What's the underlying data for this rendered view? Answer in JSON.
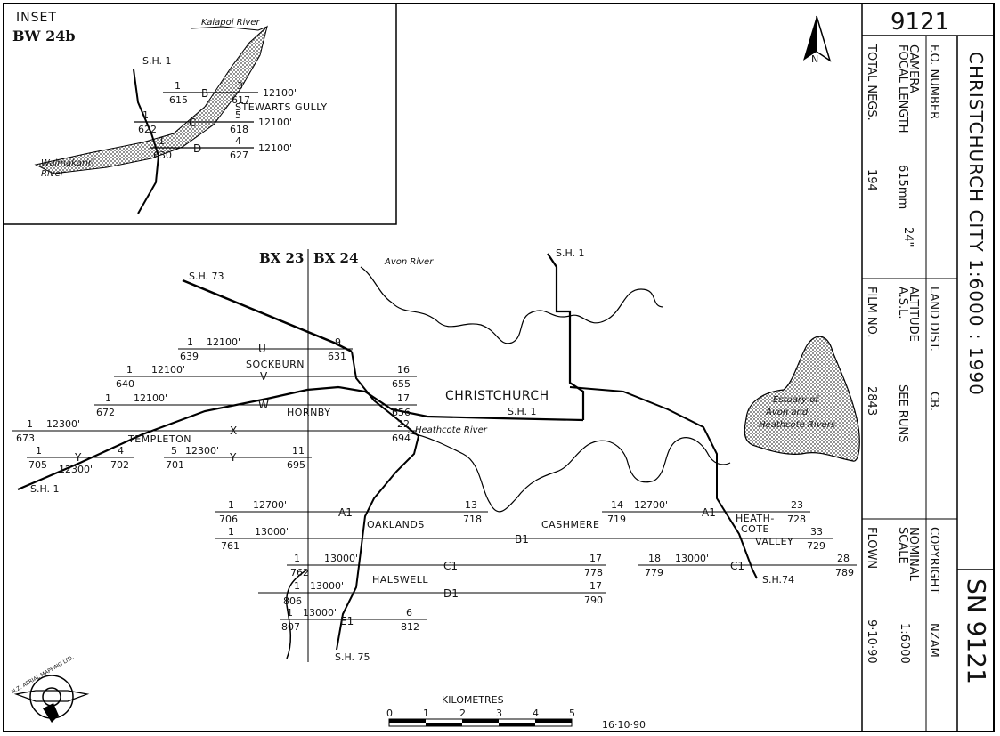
{
  "sheet_number": "9121",
  "title": "CHRISTCHURCH CITY 1:6000 : 1990",
  "sortie": "SN 9121",
  "inset": {
    "title": "INSET",
    "subtitle": "BW 24b"
  },
  "rivers": {
    "kaiapoi": "Kaiapoi River",
    "waimakariri": "Waimakariri River",
    "avon": "Avon River",
    "heathcote": "Heathcote River",
    "estuary": [
      "Estuary of",
      "Avon and",
      "Heathcote Rivers"
    ]
  },
  "highways": {
    "sh1": "S.H. 1",
    "sh73": "S.H. 73",
    "sh74": "S.H.74",
    "sh75": "S.H. 75"
  },
  "places": {
    "stewarts_gully": "STEWARTS GULLY",
    "sockburn": "SOCKBURN",
    "hornby": "HORNBY",
    "templeton": "TEMPLETON",
    "christchurch": "CHRISTCHURCH",
    "oaklands": "OAKLANDS",
    "cashmere": "CASHMERE",
    "heathcote_valley": [
      "HEATH-",
      "COTE",
      "VALLEY"
    ],
    "halswell": "HALSWELL"
  },
  "boundaries": {
    "left": "BX 23",
    "right": "BX 24"
  },
  "inset_runs": [
    {
      "name": "B",
      "start_neg": "1",
      "start_frame": "615",
      "end_neg": "3",
      "end_frame": "617",
      "altitude": "12100'"
    },
    {
      "name": "C",
      "start_neg": "1",
      "start_frame": "622",
      "end_neg": "5",
      "end_frame": "618",
      "altitude": "12100'"
    },
    {
      "name": "D",
      "start_neg": "1",
      "start_frame": "630",
      "end_neg": "4",
      "end_frame": "627",
      "altitude": "12100'"
    }
  ],
  "runs": [
    {
      "name": "U",
      "start_neg": "1",
      "start_frame": "639",
      "altitude": "12100'",
      "end_neg": "9",
      "end_frame": "631"
    },
    {
      "name": "V",
      "start_neg": "1",
      "start_frame": "640",
      "altitude": "12100'",
      "end_neg": "16",
      "end_frame": "655"
    },
    {
      "name": "W",
      "start_neg": "1",
      "start_frame": "672",
      "altitude": "12100'",
      "end_neg": "17",
      "end_frame": "656"
    },
    {
      "name": "X",
      "start_neg": "1",
      "start_frame": "673",
      "altitude": "12300'",
      "end_neg": "22",
      "end_frame": "694"
    },
    {
      "name": "Y",
      "start_neg": "1",
      "start_frame": "705",
      "altitude": "12300'",
      "end_neg": "4",
      "end_frame": "702"
    },
    {
      "name": "Y",
      "start_neg": "5",
      "start_frame": "701",
      "altitude": "12300'",
      "end_neg": "11",
      "end_frame": "695"
    },
    {
      "name": "A1",
      "start_neg": "1",
      "start_frame": "706",
      "altitude": "12700'",
      "end_neg": "13",
      "end_frame": "718"
    },
    {
      "name": "A1",
      "start_neg": "14",
      "start_frame": "719",
      "altitude": "12700'",
      "end_neg": "23",
      "end_frame": "728"
    },
    {
      "name": "B1",
      "start_neg": "1",
      "start_frame": "761",
      "altitude": "13000'",
      "end_neg": "33",
      "end_frame": "729"
    },
    {
      "name": "C1",
      "start_neg": "1",
      "start_frame": "762",
      "altitude": "13000'",
      "end_neg": "17",
      "end_frame": "778"
    },
    {
      "name": "C1",
      "start_neg": "18",
      "start_frame": "779",
      "altitude": "13000'",
      "end_neg": "28",
      "end_frame": "789"
    },
    {
      "name": "D1",
      "start_neg": "1",
      "start_frame": "806",
      "altitude": "13000'",
      "end_neg": "17",
      "end_frame": "790"
    },
    {
      "name": "E1",
      "start_neg": "1",
      "start_frame": "807",
      "altitude": "13000'",
      "end_neg": "6",
      "end_frame": "812"
    }
  ],
  "scale_bar": {
    "title": "KILOMETRES",
    "ticks": [
      "0",
      "1",
      "2",
      "3",
      "4",
      "5"
    ],
    "date": "16·10·90"
  },
  "north": "N",
  "logo_text": "N.Z. AERIAL MAPPING LTD.",
  "info_panel": {
    "total_negs_label": "TOTAL NEGS.",
    "total_negs": "194",
    "camera_label": "CAMERA",
    "focal_label": "FOCAL LENGTH",
    "focal_mm": "615mm",
    "focal_in": "24\"",
    "fo_label": "F.O. NUMBER",
    "film_label": "FILM NO.",
    "film_no": "2843",
    "altitude_label": "ALTITUDE",
    "asl_label": "A.S.L.",
    "altitude": "SEE RUNS",
    "land_dist_label": "LAND DIST.",
    "land_dist": "CB.",
    "flown_label": "FLOWN",
    "flown": "9·10·90",
    "scale_label": "NOMINAL",
    "scale_label2": "SCALE",
    "scale": "1:6000",
    "copyright_label": "COPYRIGHT",
    "copyright": "NZAM"
  }
}
